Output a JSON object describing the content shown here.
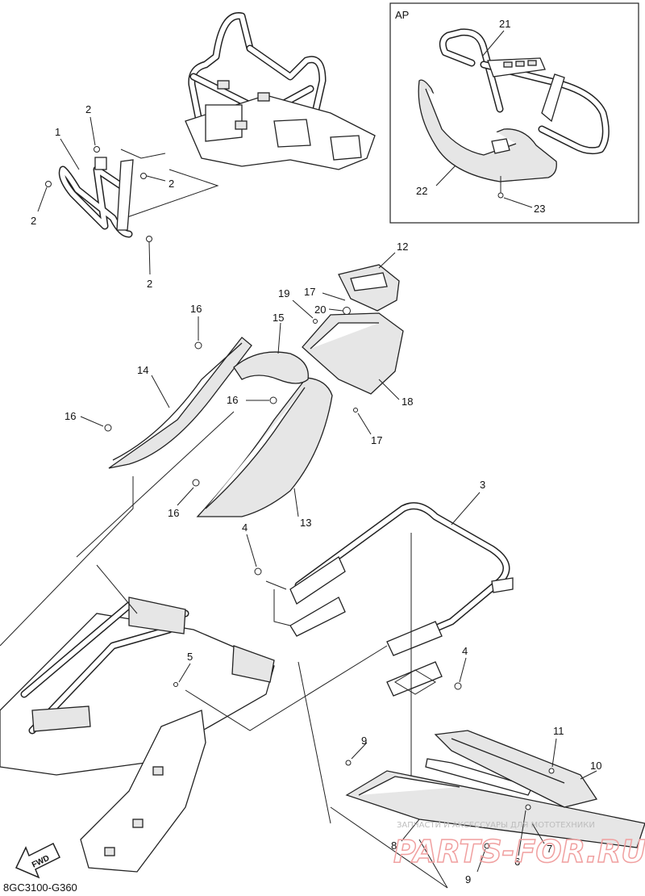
{
  "diagram": {
    "inset_title": "AP",
    "figure_code": "8GC3100-G360",
    "fwd_label": "FWD",
    "watermark_text": "ЗАПЧАСТИ И АКСЕССУАРЫ ДЛЯ МОТОТЕХНИКИ",
    "watermark_logo": "PARTS-FOR.RU",
    "callouts": [
      {
        "id": "c1",
        "text": "1"
      },
      {
        "id": "c2a",
        "text": "2"
      },
      {
        "id": "c2b",
        "text": "2"
      },
      {
        "id": "c2c",
        "text": "2"
      },
      {
        "id": "c2d",
        "text": "2"
      },
      {
        "id": "c3",
        "text": "3"
      },
      {
        "id": "c4a",
        "text": "4"
      },
      {
        "id": "c4b",
        "text": "4"
      },
      {
        "id": "c5",
        "text": "5"
      },
      {
        "id": "c6",
        "text": "6"
      },
      {
        "id": "c7",
        "text": "7"
      },
      {
        "id": "c8",
        "text": "8"
      },
      {
        "id": "c9a",
        "text": "9"
      },
      {
        "id": "c9b",
        "text": "9"
      },
      {
        "id": "c10",
        "text": "10"
      },
      {
        "id": "c11",
        "text": "11"
      },
      {
        "id": "c12",
        "text": "12"
      },
      {
        "id": "c13",
        "text": "13"
      },
      {
        "id": "c14",
        "text": "14"
      },
      {
        "id": "c15",
        "text": "15"
      },
      {
        "id": "c16a",
        "text": "16"
      },
      {
        "id": "c16b",
        "text": "16"
      },
      {
        "id": "c16c",
        "text": "16"
      },
      {
        "id": "c16d",
        "text": "16"
      },
      {
        "id": "c17a",
        "text": "17"
      },
      {
        "id": "c17b",
        "text": "17"
      },
      {
        "id": "c18",
        "text": "18"
      },
      {
        "id": "c19",
        "text": "19"
      },
      {
        "id": "c20",
        "text": "20"
      },
      {
        "id": "c21",
        "text": "21"
      },
      {
        "id": "c22",
        "text": "22"
      },
      {
        "id": "c23",
        "text": "23"
      }
    ]
  }
}
